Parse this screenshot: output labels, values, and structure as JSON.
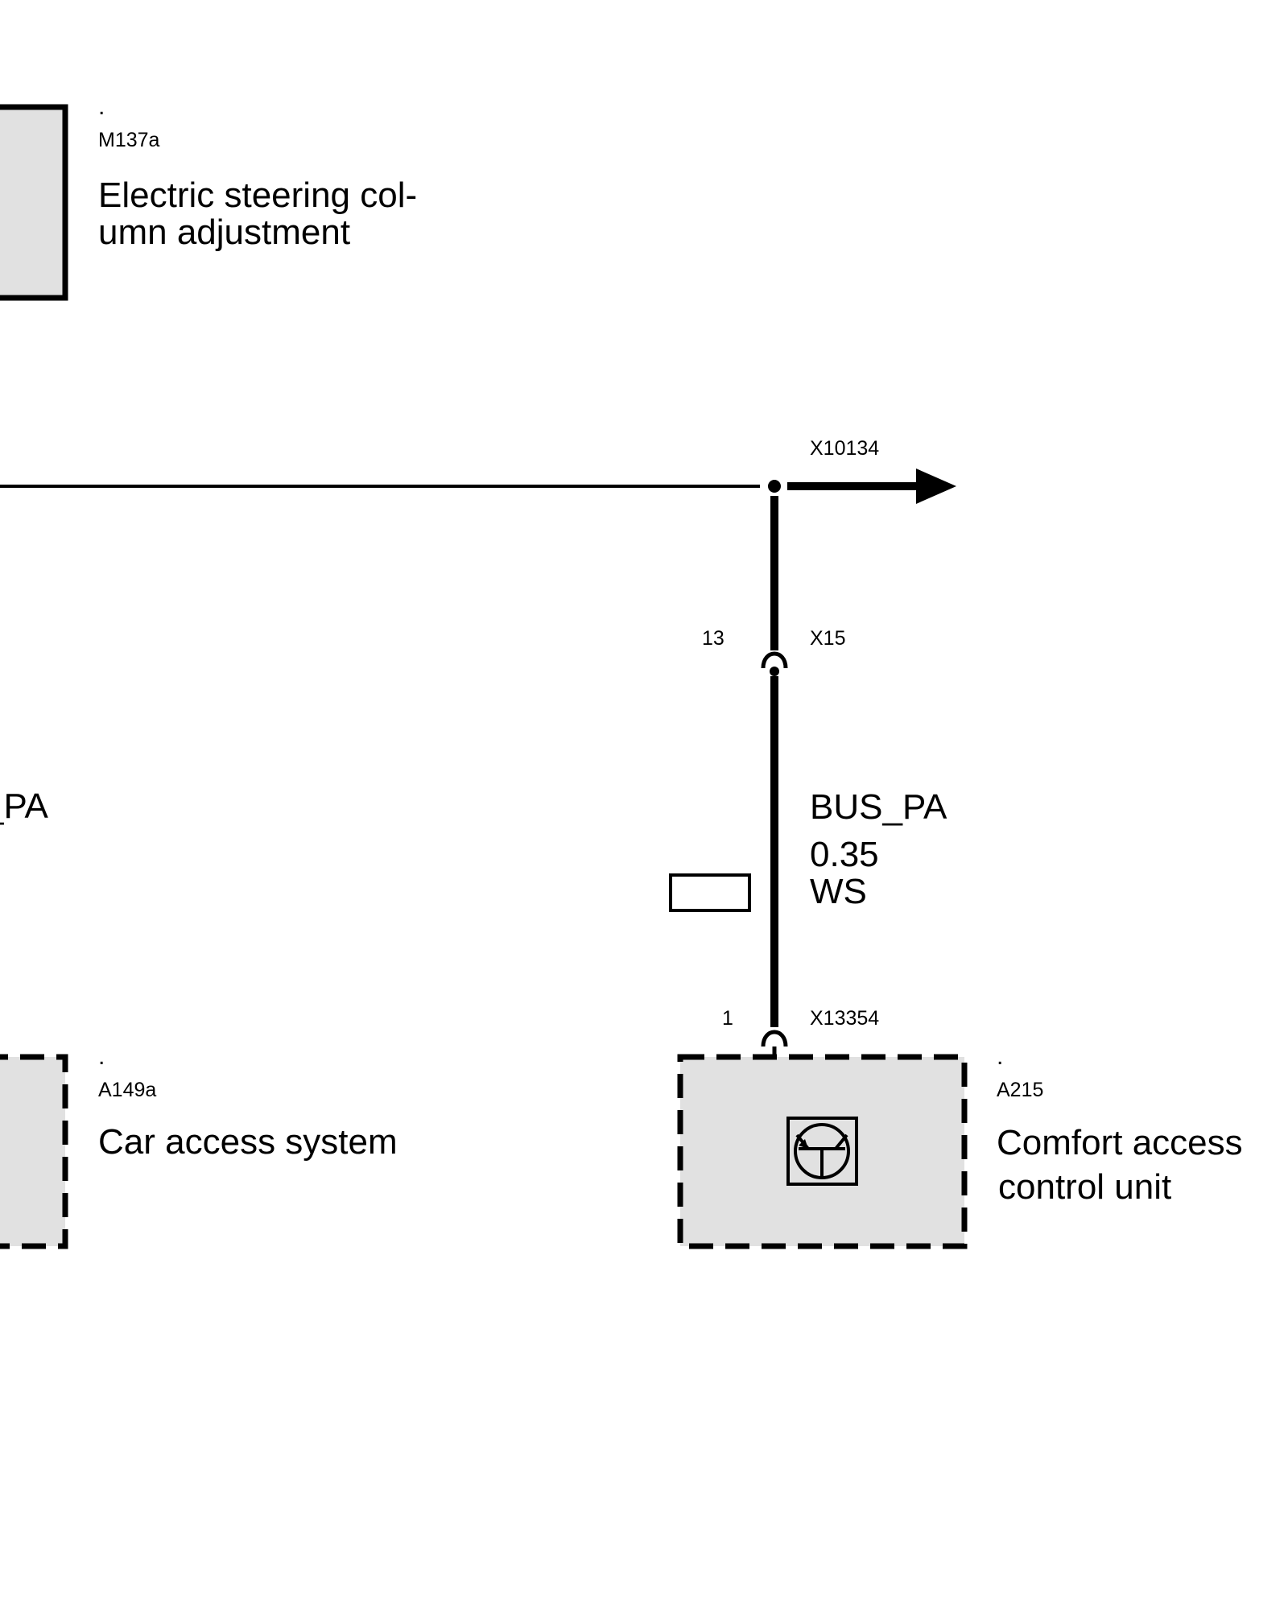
{
  "components": {
    "m137a": {
      "marker": ".",
      "id": "M137a",
      "name_lines": [
        "Electric steering col-",
        "umn adjustment"
      ]
    },
    "a149a": {
      "marker": ".",
      "id": "A149a",
      "name": "Car access system"
    },
    "a215": {
      "marker": ".",
      "id": "A215",
      "name_lines": [
        "Comfort access",
        "control unit"
      ],
      "icon": "transistor-icon"
    }
  },
  "connectors": {
    "x10134": "X10134",
    "x15": {
      "id": "X15",
      "pin": "13"
    },
    "x13354": {
      "id": "X13354",
      "pin": "1"
    }
  },
  "wire": {
    "left_label": "_PA",
    "signal": "BUS_PA",
    "cross_section": "0.35",
    "color_code": "WS"
  },
  "colors": {
    "line": "#000000",
    "component_fill": "#e1e1e1",
    "background": "#ffffff"
  }
}
